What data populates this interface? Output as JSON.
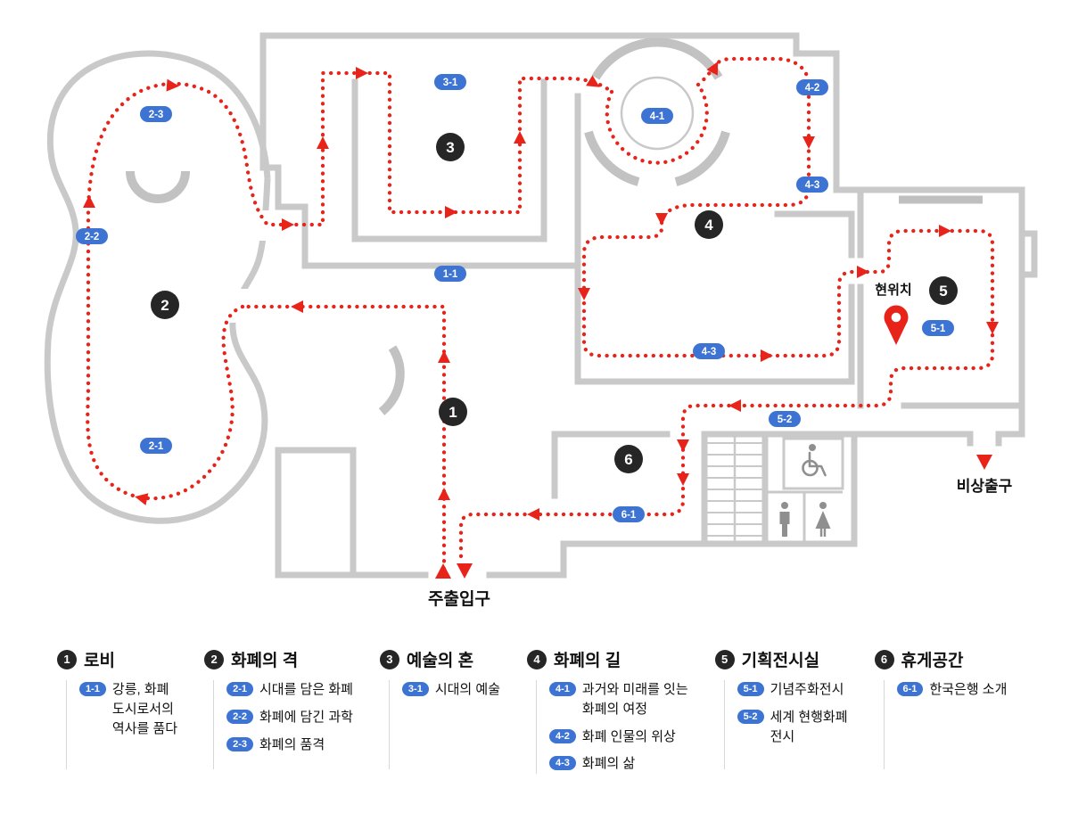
{
  "colors": {
    "wall_gray": "#c9c9c9",
    "route_red": "#e8231a",
    "pill_blue": "#3d74d3",
    "badge_black": "#262626"
  },
  "map": {
    "zones": [
      "1",
      "2",
      "3",
      "4",
      "5",
      "6"
    ],
    "pills": [
      {
        "label": "1-1"
      },
      {
        "label": "2-1"
      },
      {
        "label": "2-2"
      },
      {
        "label": "2-3"
      },
      {
        "label": "3-1"
      },
      {
        "label": "4-1"
      },
      {
        "label": "4-2"
      },
      {
        "label": "4-3"
      },
      {
        "label": "4-3"
      },
      {
        "label": "5-1"
      },
      {
        "label": "5-2"
      },
      {
        "label": "6-1"
      }
    ],
    "labels": {
      "current_location": "현위치",
      "emergency_exit": "비상출구",
      "main_entrance": "주출입구"
    }
  },
  "legend": {
    "columns": [
      {
        "num": "1",
        "title": "로비",
        "items": [
          {
            "code": "1-1",
            "text": "강릉, 화폐\n도시로서의\n역사를 품다"
          }
        ]
      },
      {
        "num": "2",
        "title": "화폐의 격",
        "items": [
          {
            "code": "2-1",
            "text": "시대를 담은 화폐"
          },
          {
            "code": "2-2",
            "text": "화폐에 담긴 과학"
          },
          {
            "code": "2-3",
            "text": "화폐의 품격"
          }
        ]
      },
      {
        "num": "3",
        "title": "예술의 혼",
        "items": [
          {
            "code": "3-1",
            "text": "시대의 예술"
          }
        ]
      },
      {
        "num": "4",
        "title": "화폐의 길",
        "items": [
          {
            "code": "4-1",
            "text": "과거와 미래를 잇는\n화폐의 여정"
          },
          {
            "code": "4-2",
            "text": "화폐 인물의 위상"
          },
          {
            "code": "4-3",
            "text": "화폐의 삶"
          }
        ]
      },
      {
        "num": "5",
        "title": "기획전시실",
        "items": [
          {
            "code": "5-1",
            "text": "기념주화전시"
          },
          {
            "code": "5-2",
            "text": "세계 현행화폐\n전시"
          }
        ]
      },
      {
        "num": "6",
        "title": "휴게공간",
        "items": [
          {
            "code": "6-1",
            "text": "한국은행 소개"
          }
        ]
      }
    ]
  }
}
